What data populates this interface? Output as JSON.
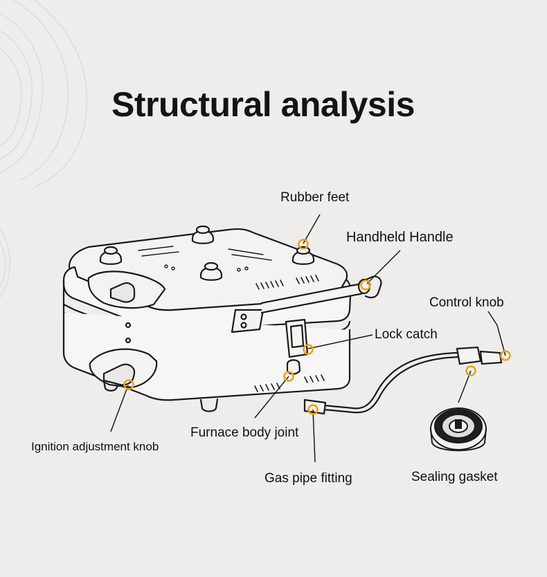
{
  "title": "Structural analysis",
  "colors": {
    "background": "#eeedeb",
    "marker": "#e8a21a",
    "line": "#1a1a1a"
  },
  "labels": {
    "rubber_feet": "Rubber feet",
    "handheld_handle": "Handheld Handle",
    "control_knob": "Control knob",
    "lock_catch": "Lock catch",
    "furnace_body_joint": "Furnace body joint",
    "ignition_adjustment_knob": "Ignition adjustment knob",
    "gas_pipe_fitting": "Gas pipe fitting",
    "sealing_gasket": "Sealing gasket"
  }
}
